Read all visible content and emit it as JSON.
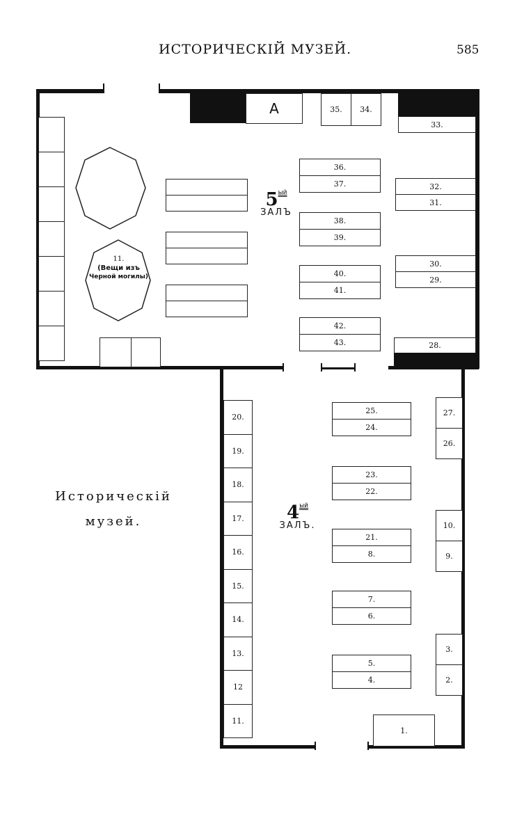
{
  "header": {
    "title": "ИСТОРИЧЕСКІЙ МУЗЕЙ.",
    "page_number": "585"
  },
  "caption": {
    "line1": "Историческій",
    "line2": "музей."
  },
  "hall5": {
    "number": "5",
    "suffix": "ый",
    "label": "ЗАЛЪ",
    "marker_a": "A",
    "top_cases": [
      "35.",
      "34."
    ],
    "right_top": "33.",
    "center": [
      [
        "36.",
        "37."
      ],
      [
        "38.",
        "39."
      ],
      [
        "40.",
        "41."
      ],
      [
        "42.",
        "43."
      ]
    ],
    "right": [
      [
        "32.",
        "31."
      ],
      [
        "30.",
        "29."
      ]
    ],
    "right_bottom": "28.",
    "octagon_label": "11.",
    "octagon_text1": "(Вещи изъ",
    "octagon_text2": "Черной могилы)"
  },
  "hall4": {
    "number": "4",
    "suffix": "ый",
    "label": "ЗАЛЪ.",
    "left": [
      "20.",
      "19.",
      "18.",
      "17.",
      "16.",
      "15.",
      "14.",
      "13.",
      "12",
      "11."
    ],
    "center": [
      [
        "25.",
        "24."
      ],
      [
        "23.",
        "22."
      ],
      [
        "21.",
        "8."
      ],
      [
        "7.",
        "6."
      ],
      [
        "5.",
        "4."
      ]
    ],
    "right": [
      [
        "27.",
        "26."
      ],
      [
        "10.",
        "9."
      ],
      [
        "3.",
        "2."
      ]
    ],
    "bottom": "1."
  }
}
